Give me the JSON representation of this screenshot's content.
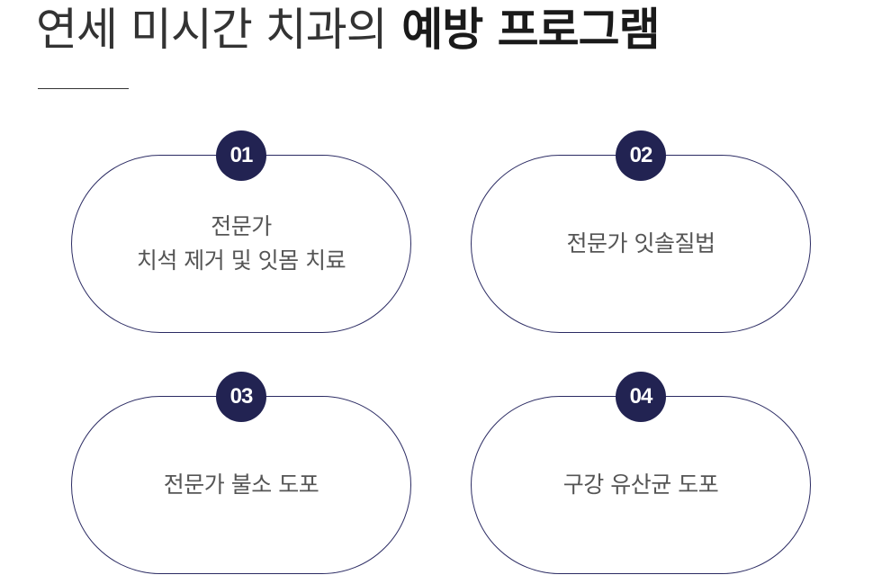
{
  "header": {
    "title_light": "연세 미시간 치과의",
    "title_bold": "예방 프로그램"
  },
  "programs": [
    {
      "number": "01",
      "label": "전문가\n치석 제거 및 잇몸 치료"
    },
    {
      "number": "02",
      "label": "전문가 잇솔질법"
    },
    {
      "number": "03",
      "label": "전문가 불소 도포"
    },
    {
      "number": "04",
      "label": "구강 유산균 도포"
    }
  ],
  "colors": {
    "accent_navy": "#222352",
    "card_border": "#2b2b63",
    "label_text": "#555555",
    "title_text": "#1a1a1a"
  }
}
